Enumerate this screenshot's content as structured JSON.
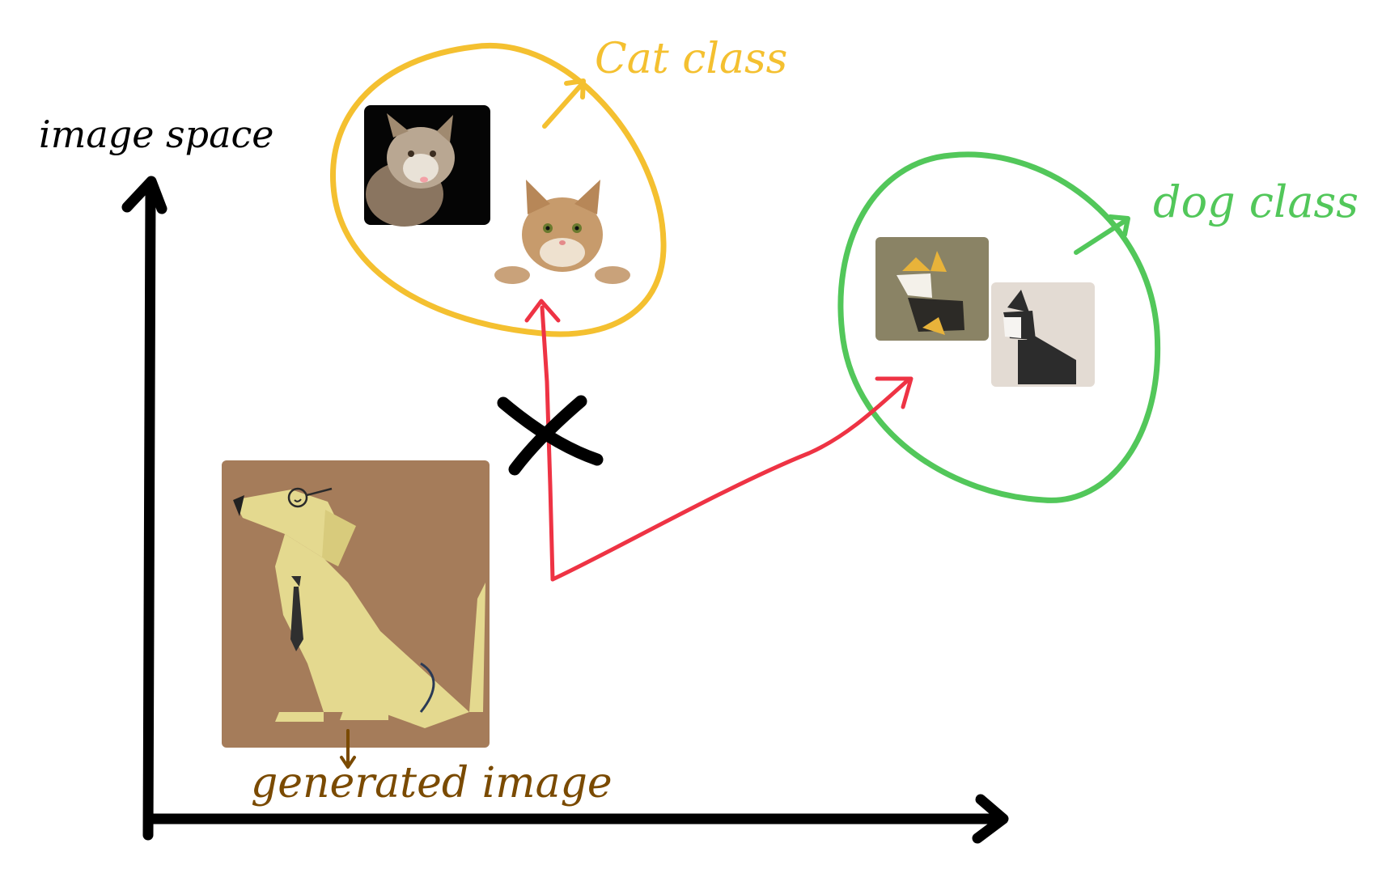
{
  "labels": {
    "axis": "image space",
    "cat_class": "Cat class",
    "dog_class": "dog class",
    "generated": "generated image"
  },
  "colors": {
    "axis": "#000000",
    "cat": "#F4C030",
    "dog": "#52C75A",
    "arrow": "#EE3344",
    "generated_label": "#7A4A00",
    "cross": "#000000"
  },
  "images": {
    "cat_photo_1": "cat-photo-dark-background",
    "cat_photo_2": "cat-photo-peeking",
    "dog_art_1": "geometric-dog-yellow-ears",
    "dog_art_2": "geometric-dog-black",
    "generated": "geometric-dog-with-glasses-and-tie"
  },
  "annotations": {
    "cat_arrow_blocked": true,
    "dog_arrow_reached": true
  }
}
